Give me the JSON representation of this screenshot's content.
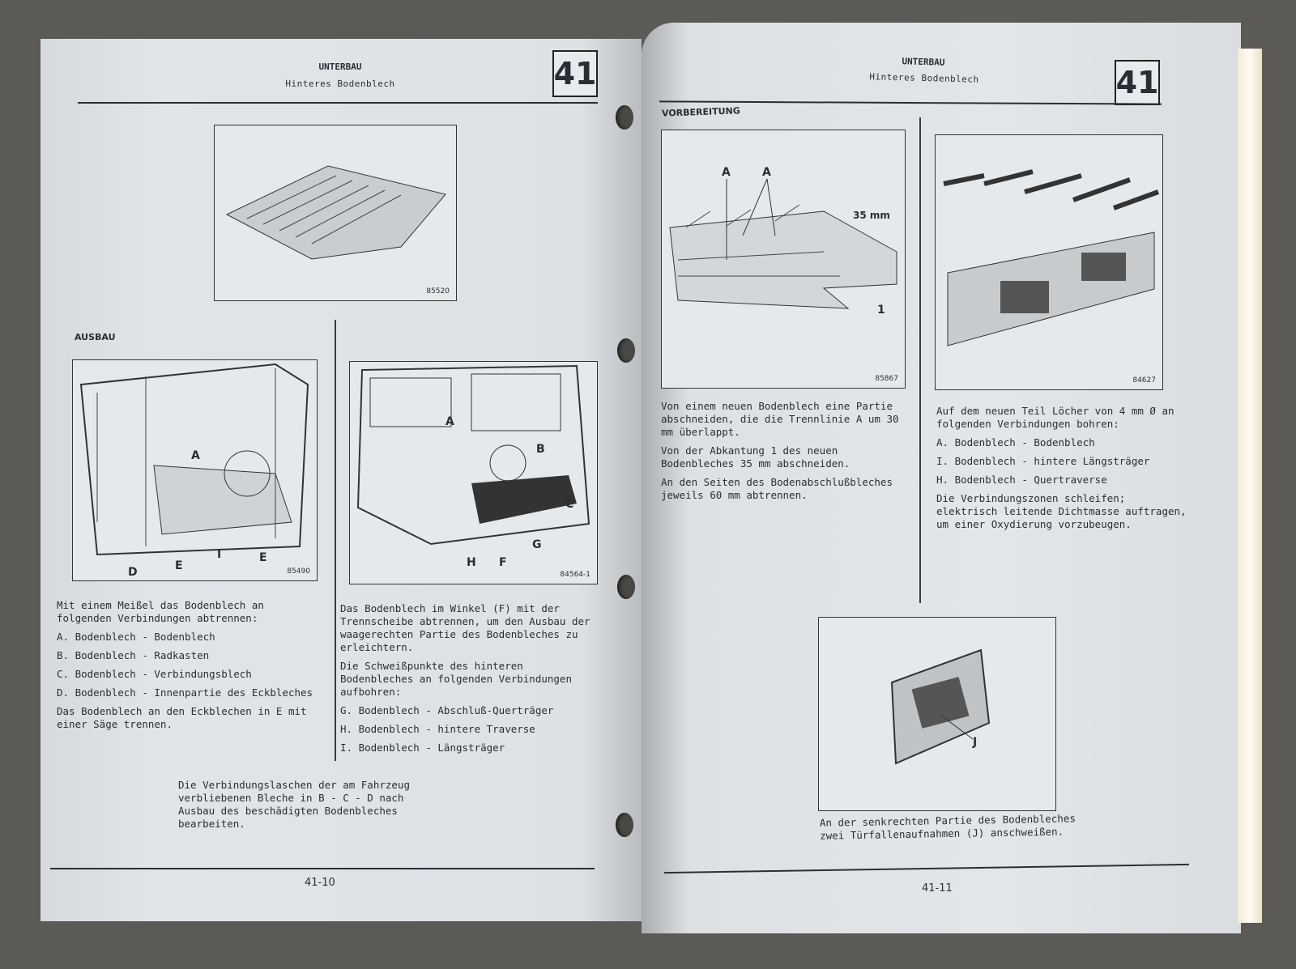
{
  "left_page": {
    "section": "UNTERBAU",
    "title": "Hinteres Bodenblech",
    "chapter": "41",
    "figure_top": {
      "number": "85520"
    },
    "heading": "AUSBAU",
    "figure_a": {
      "number": "85490",
      "labels": [
        "A",
        "D",
        "E",
        "I",
        "E"
      ]
    },
    "figure_b": {
      "number": "84564-1",
      "labels": [
        "A",
        "B",
        "C",
        "G",
        "H",
        "F"
      ]
    },
    "col1": {
      "intro": "Mit einem Meißel das Bodenblech an folgenden Verbindungen abtrennen:",
      "items": [
        "A. Bodenblech - Bodenblech",
        "B. Bodenblech - Radkasten",
        "C. Bodenblech - Verbindungsblech",
        "D. Bodenblech - Innenpartie des Eckbleches"
      ],
      "outro": "Das Bodenblech an den Eckblechen in E mit einer Säge trennen."
    },
    "col2": {
      "p1": "Das Bodenblech im Winkel (F) mit der Trennscheibe abtrennen, um den Ausbau der waagerechten Partie des Bodenbleches zu erleichtern.",
      "p2": "Die Schweißpunkte des hinteren Bodenbleches an folgenden Verbindungen aufbohren:",
      "items": [
        "G. Bodenblech - Abschluß-Querträger",
        "H. Bodenblech - hintere Traverse",
        "I. Bodenblech - Längsträger"
      ]
    },
    "note": "Die Verbindungslaschen der am Fahrzeug verbliebenen Bleche in B - C - D nach Ausbau des beschädigten Bodenbleches bearbeiten.",
    "page_number": "41-10"
  },
  "right_page": {
    "section": "UNTERBAU",
    "title": "Hinteres Bodenblech",
    "chapter": "41",
    "heading": "VORBEREITUNG",
    "figure_a": {
      "number": "85867",
      "labels": [
        "A",
        "A",
        "35 mm",
        "1"
      ]
    },
    "figure_b": {
      "number": "84627"
    },
    "figure_c": {
      "labels": [
        "J"
      ]
    },
    "col1": {
      "p1": "Von einem neuen Bodenblech eine Partie abschneiden, die die Trennlinie A um 30 mm überlappt.",
      "p2": "Von der Abkantung 1 des neuen Bodenbleches 35 mm abschneiden.",
      "p3": "An den Seiten des Bodenabschlußbleches jeweils 60 mm abtrennen."
    },
    "col2": {
      "intro": "Auf dem neuen Teil Löcher von 4 mm Ø an folgenden Verbindungen bohren:",
      "items": [
        "A. Bodenblech - Bodenblech",
        "I. Bodenblech - hintere Längsträger",
        "H. Bodenblech - Quertraverse"
      ],
      "outro": "Die Verbindungszonen schleifen; elektrisch leitende Dichtmasse auftragen, um einer Oxydierung vorzubeugen."
    },
    "caption": "An der senkrechten Partie des Bodenbleches zwei Türfallenaufnahmen (J) anschweißen.",
    "page_number": "41-11"
  }
}
